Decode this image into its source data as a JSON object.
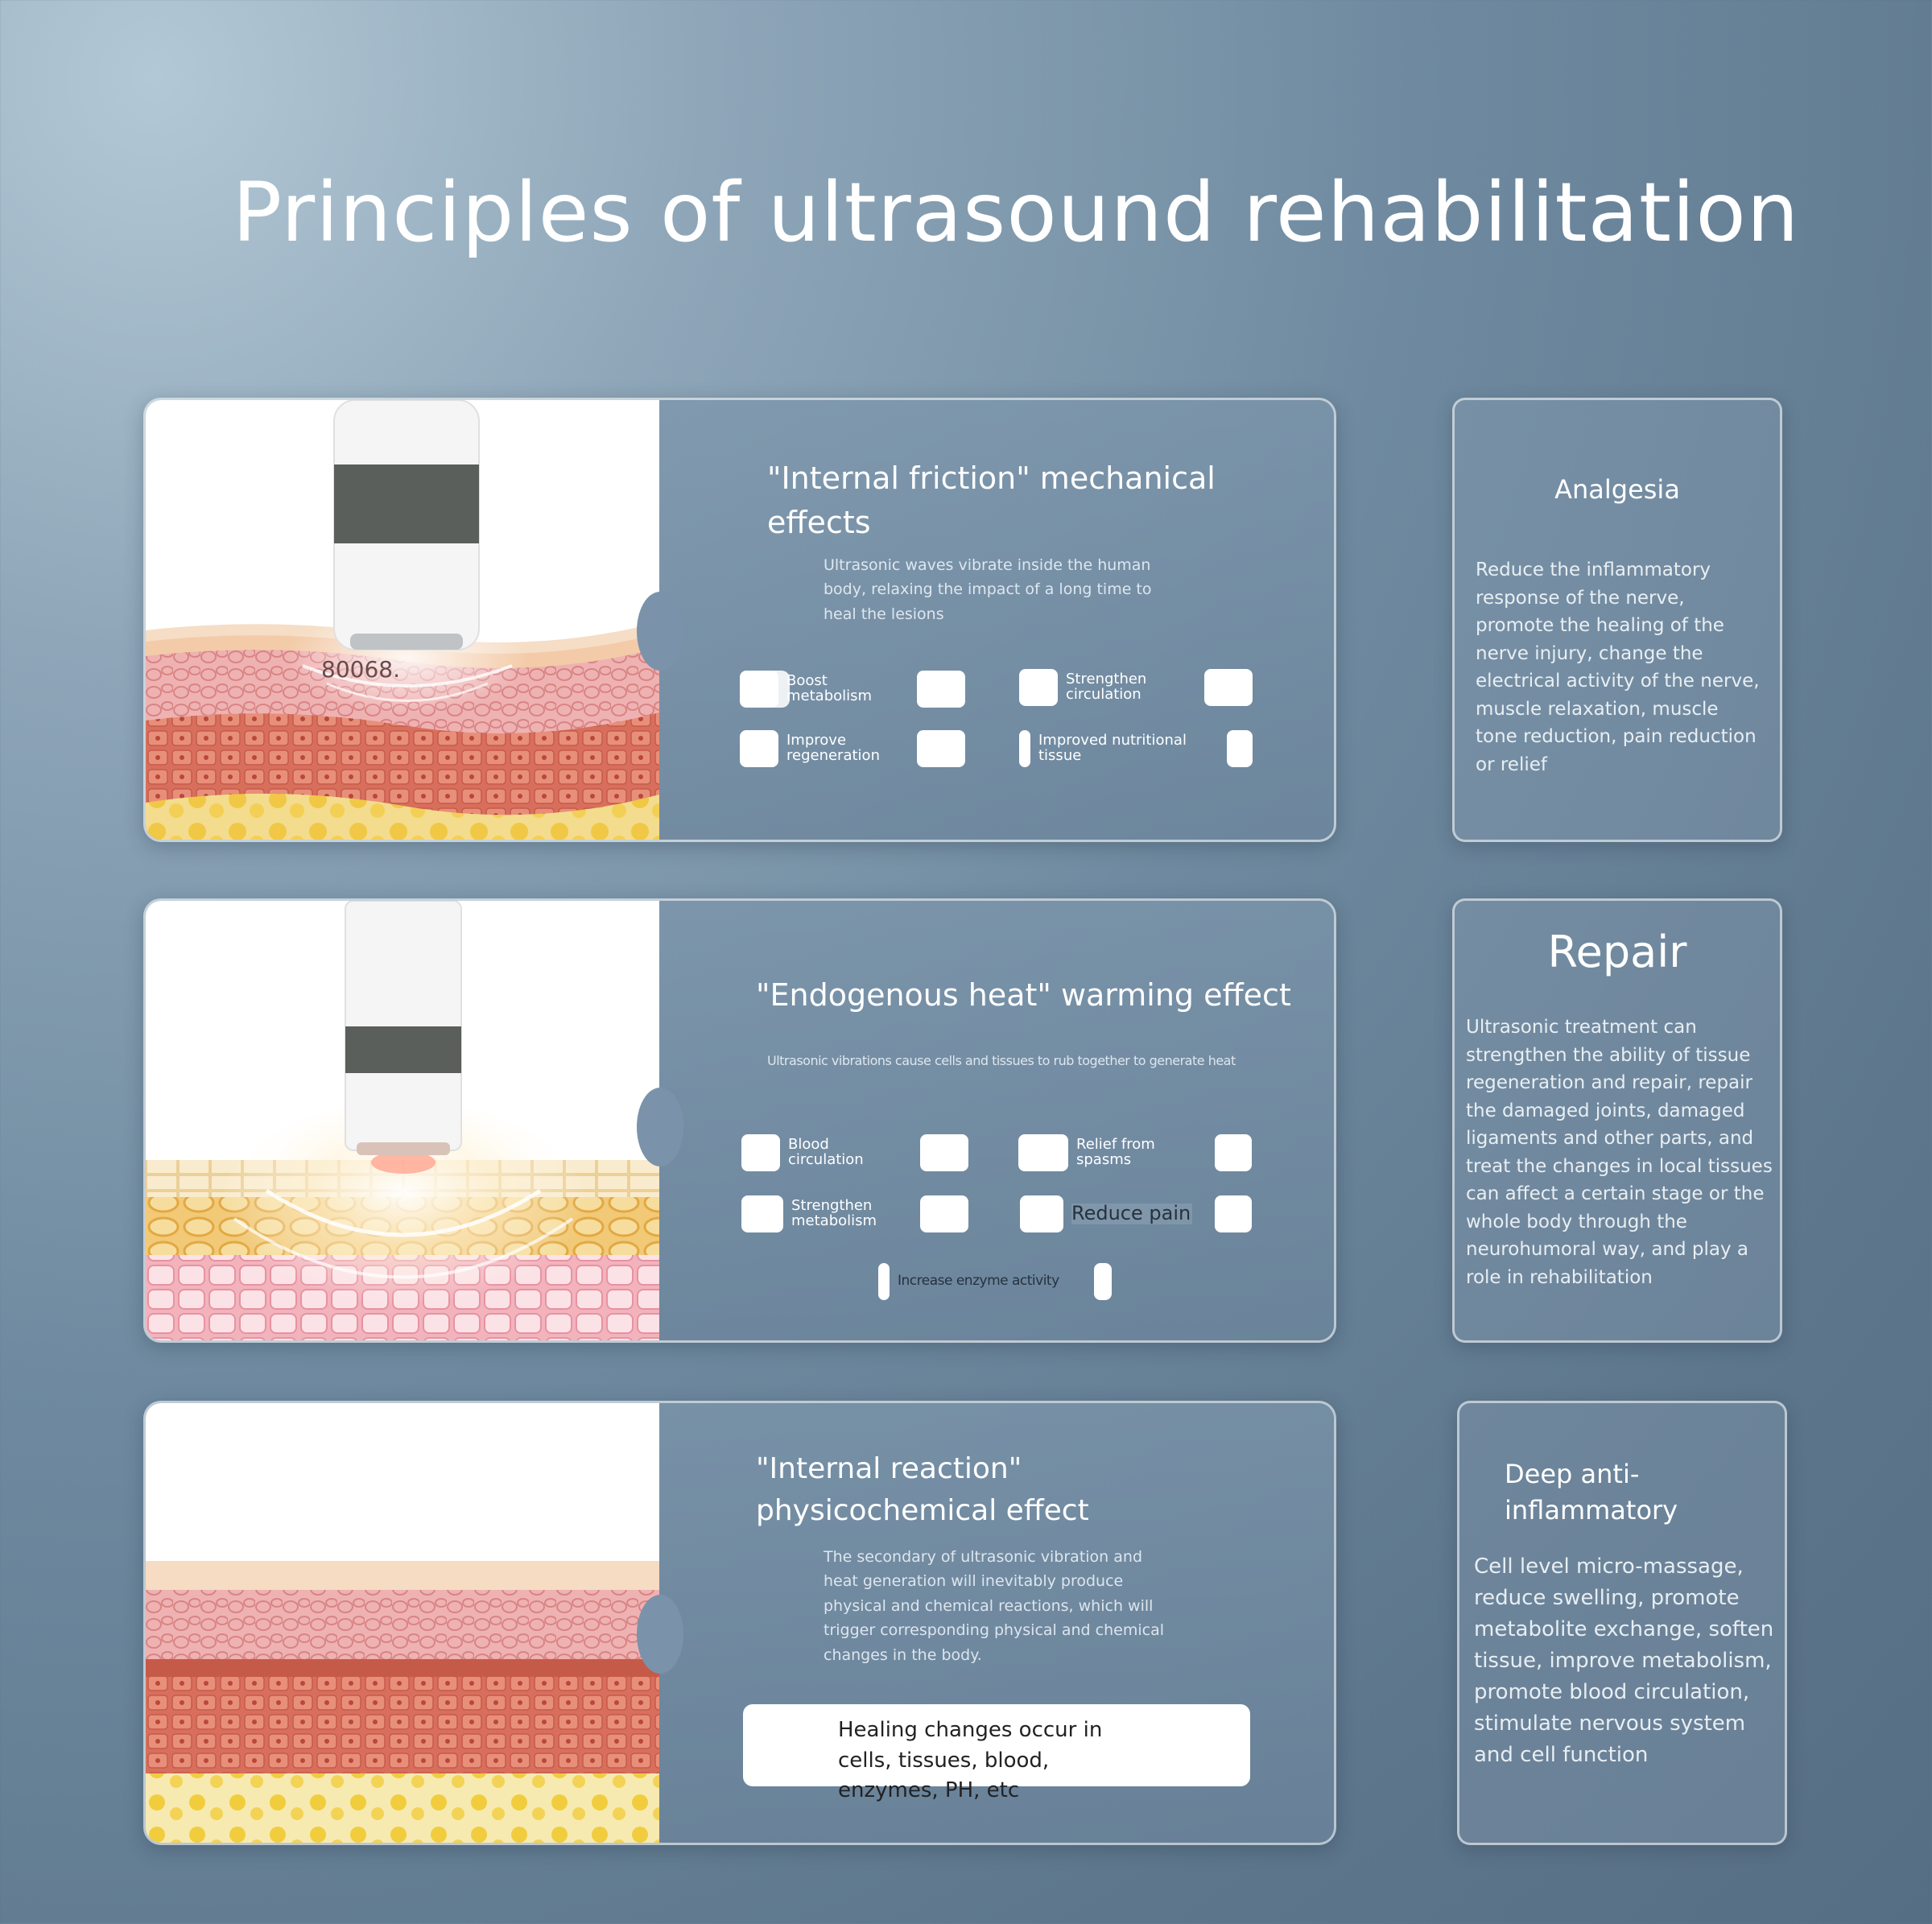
{
  "page": {
    "title": "Principles of ultrasound rehabilitation",
    "colors": {
      "background": "#6f8aa0",
      "card_border": "#ffffff",
      "chip": "#ffffff",
      "skin": "#e9a3a3",
      "fat": "#f2d36b"
    }
  },
  "cards": [
    {
      "title": "\"Internal friction\" mechanical effects",
      "description": "Ultrasonic waves vibrate inside the human body, relaxing the impact of a long time to heal the lesions",
      "art_label": "80068.",
      "chips": [
        "Boost metabolism",
        "Strengthen circulation",
        "Improve regeneration",
        "Improved nutritional tissue"
      ]
    },
    {
      "title": "\"Endogenous heat\" warming effect",
      "description": "Ultrasonic vibrations cause cells and tissues to rub together to generate heat",
      "chips": [
        "Blood circulation",
        "Relief from spasms",
        "Strengthen metabolism",
        "Reduce pain",
        "Increase enzyme activity"
      ]
    },
    {
      "title": "\"Internal reaction\" physicochemical effect",
      "description": "The secondary of ultrasonic vibration and heat generation will inevitably produce physical and chemical reactions, which will trigger corresponding physical and chemical changes in the body.",
      "highlight": "Healing changes occur in cells, tissues, blood, enzymes, PH, etc"
    }
  ],
  "side_cards": [
    {
      "title": "Analgesia",
      "body": "Reduce the inflammatory response of the nerve, promote the healing of the nerve injury, change the electrical activity of the nerve, muscle relaxation, muscle tone reduction, pain reduction or relief"
    },
    {
      "title": "Repair",
      "body": "Ultrasonic treatment can strengthen the ability of tissue regeneration and repair, repair the damaged joints, damaged ligaments and other parts, and treat the changes in local tissues can affect a certain stage or the whole body through the neurohumoral way, and play a role in rehabilitation"
    },
    {
      "title": "Deep anti-inflammatory",
      "body": "Cell level micro-massage, reduce swelling, promote metabolite exchange, soften tissue, improve metabolism, promote blood circulation, stimulate nervous system and cell function"
    }
  ]
}
